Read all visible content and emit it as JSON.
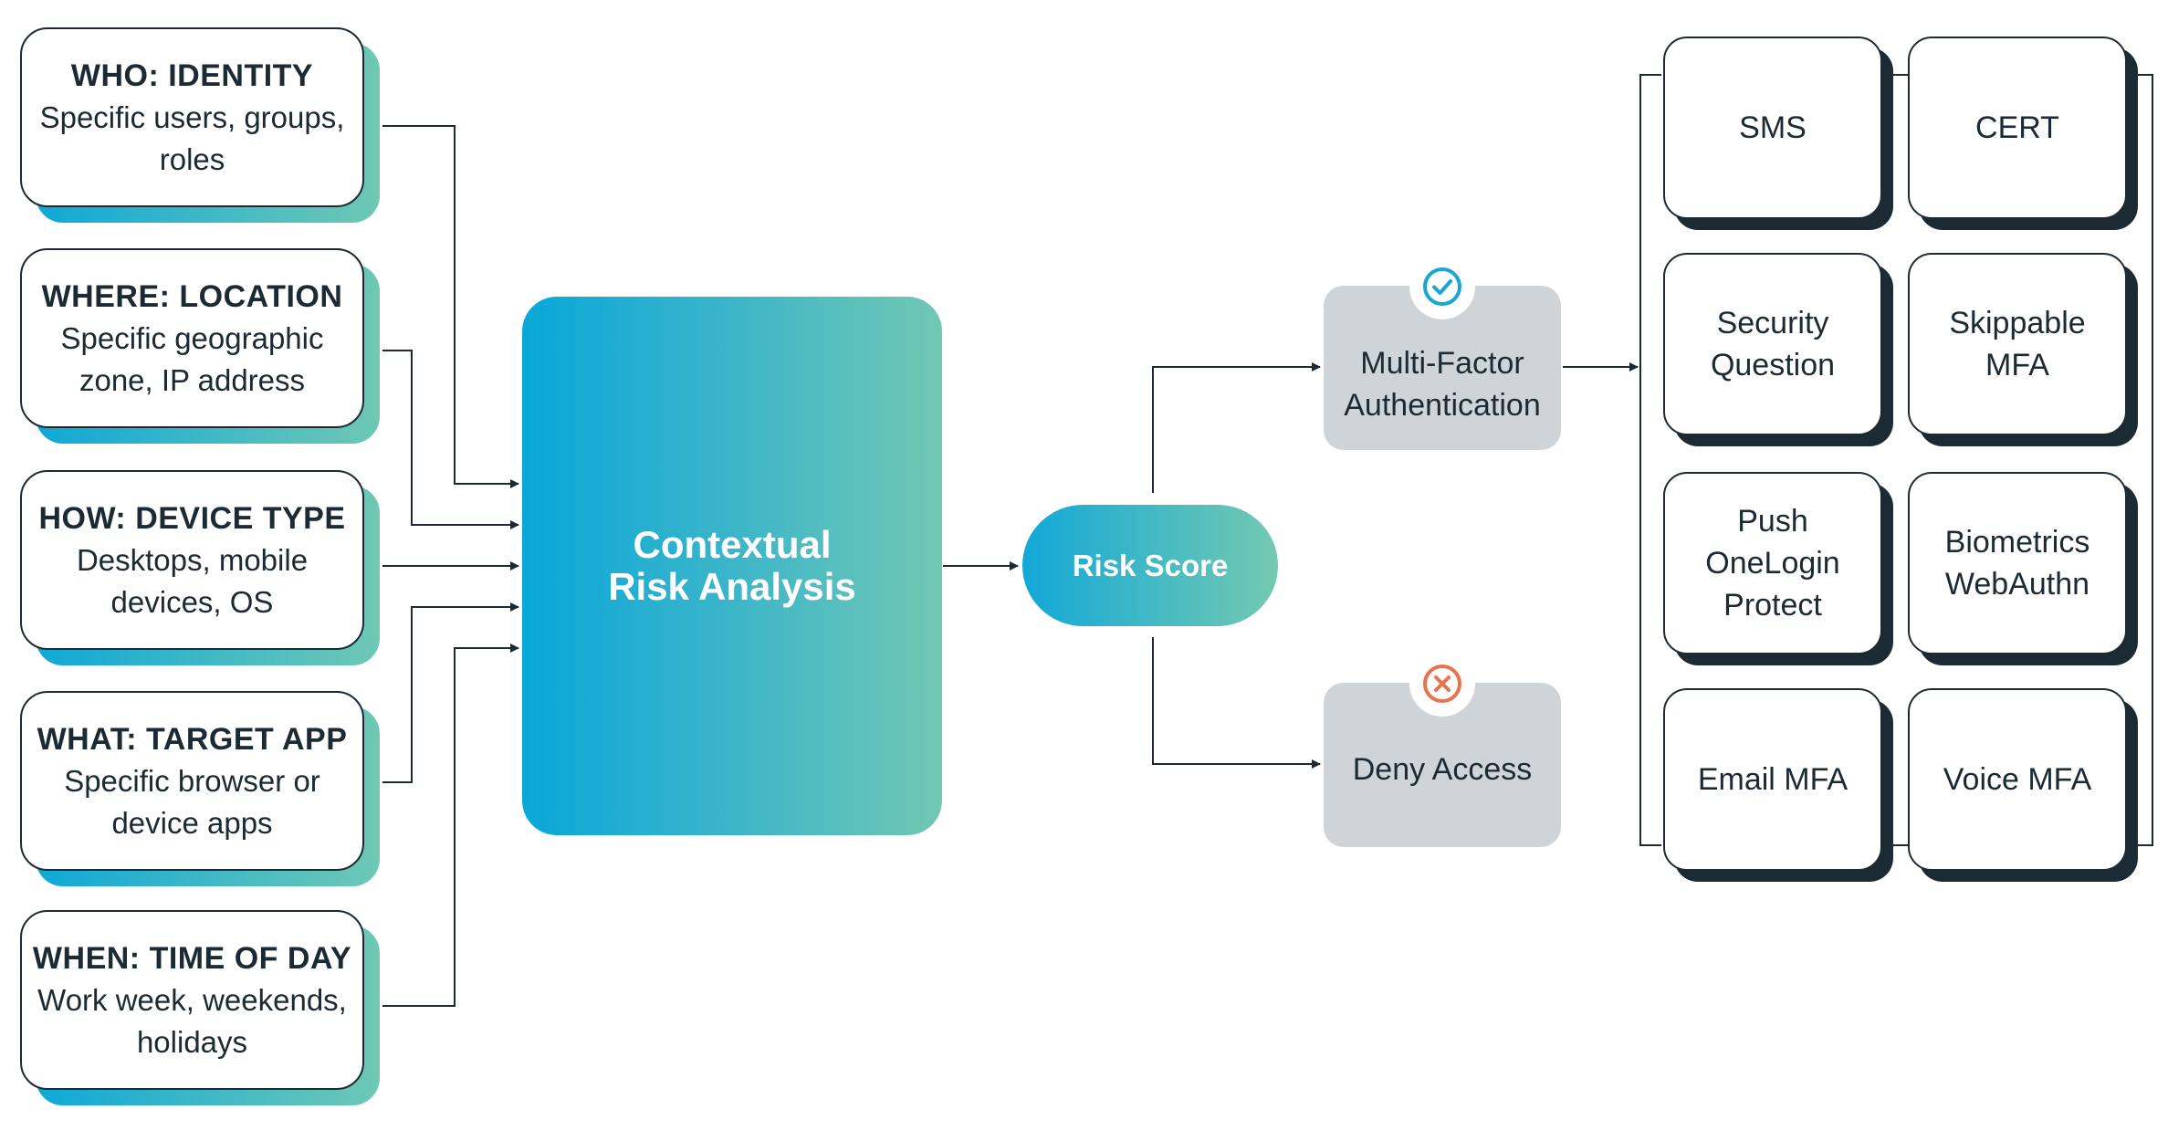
{
  "factors": [
    {
      "title": "WHO: IDENTITY",
      "desc": "Specific users, groups, roles"
    },
    {
      "title": "WHERE: LOCATION",
      "desc": "Specific geographic zone, IP address"
    },
    {
      "title": "HOW: DEVICE TYPE",
      "desc": "Desktops, mobile devices, OS"
    },
    {
      "title": "WHAT: TARGET APP",
      "desc": "Specific browser or device apps"
    },
    {
      "title": "WHEN: TIME OF DAY",
      "desc": "Work week, weekends, holidays"
    }
  ],
  "analysis": {
    "label": "Contextual Risk Analysis"
  },
  "risk_score": {
    "label": "Risk Score"
  },
  "outcomes": {
    "mfa": {
      "label": "Multi-Factor Authentication",
      "icon": "check-circle-icon",
      "color": "#1aa6d4"
    },
    "deny": {
      "label": "Deny Access",
      "icon": "x-circle-icon",
      "color": "#e8734f"
    }
  },
  "methods": [
    {
      "label": "SMS"
    },
    {
      "label": "CERT"
    },
    {
      "label": "Security\nQuestion"
    },
    {
      "label": "Skippable\nMFA"
    },
    {
      "label": "Push\nOneLogin\nProtect"
    },
    {
      "label": "Biometrics\nWebAuthn"
    },
    {
      "label": "Email MFA"
    },
    {
      "label": "Voice MFA"
    }
  ],
  "colors": {
    "ink": "#1b2a33",
    "gradient_start": "#0fa8d8",
    "gradient_end": "#72c8b2",
    "outcome_fill": "#ced4d7"
  }
}
